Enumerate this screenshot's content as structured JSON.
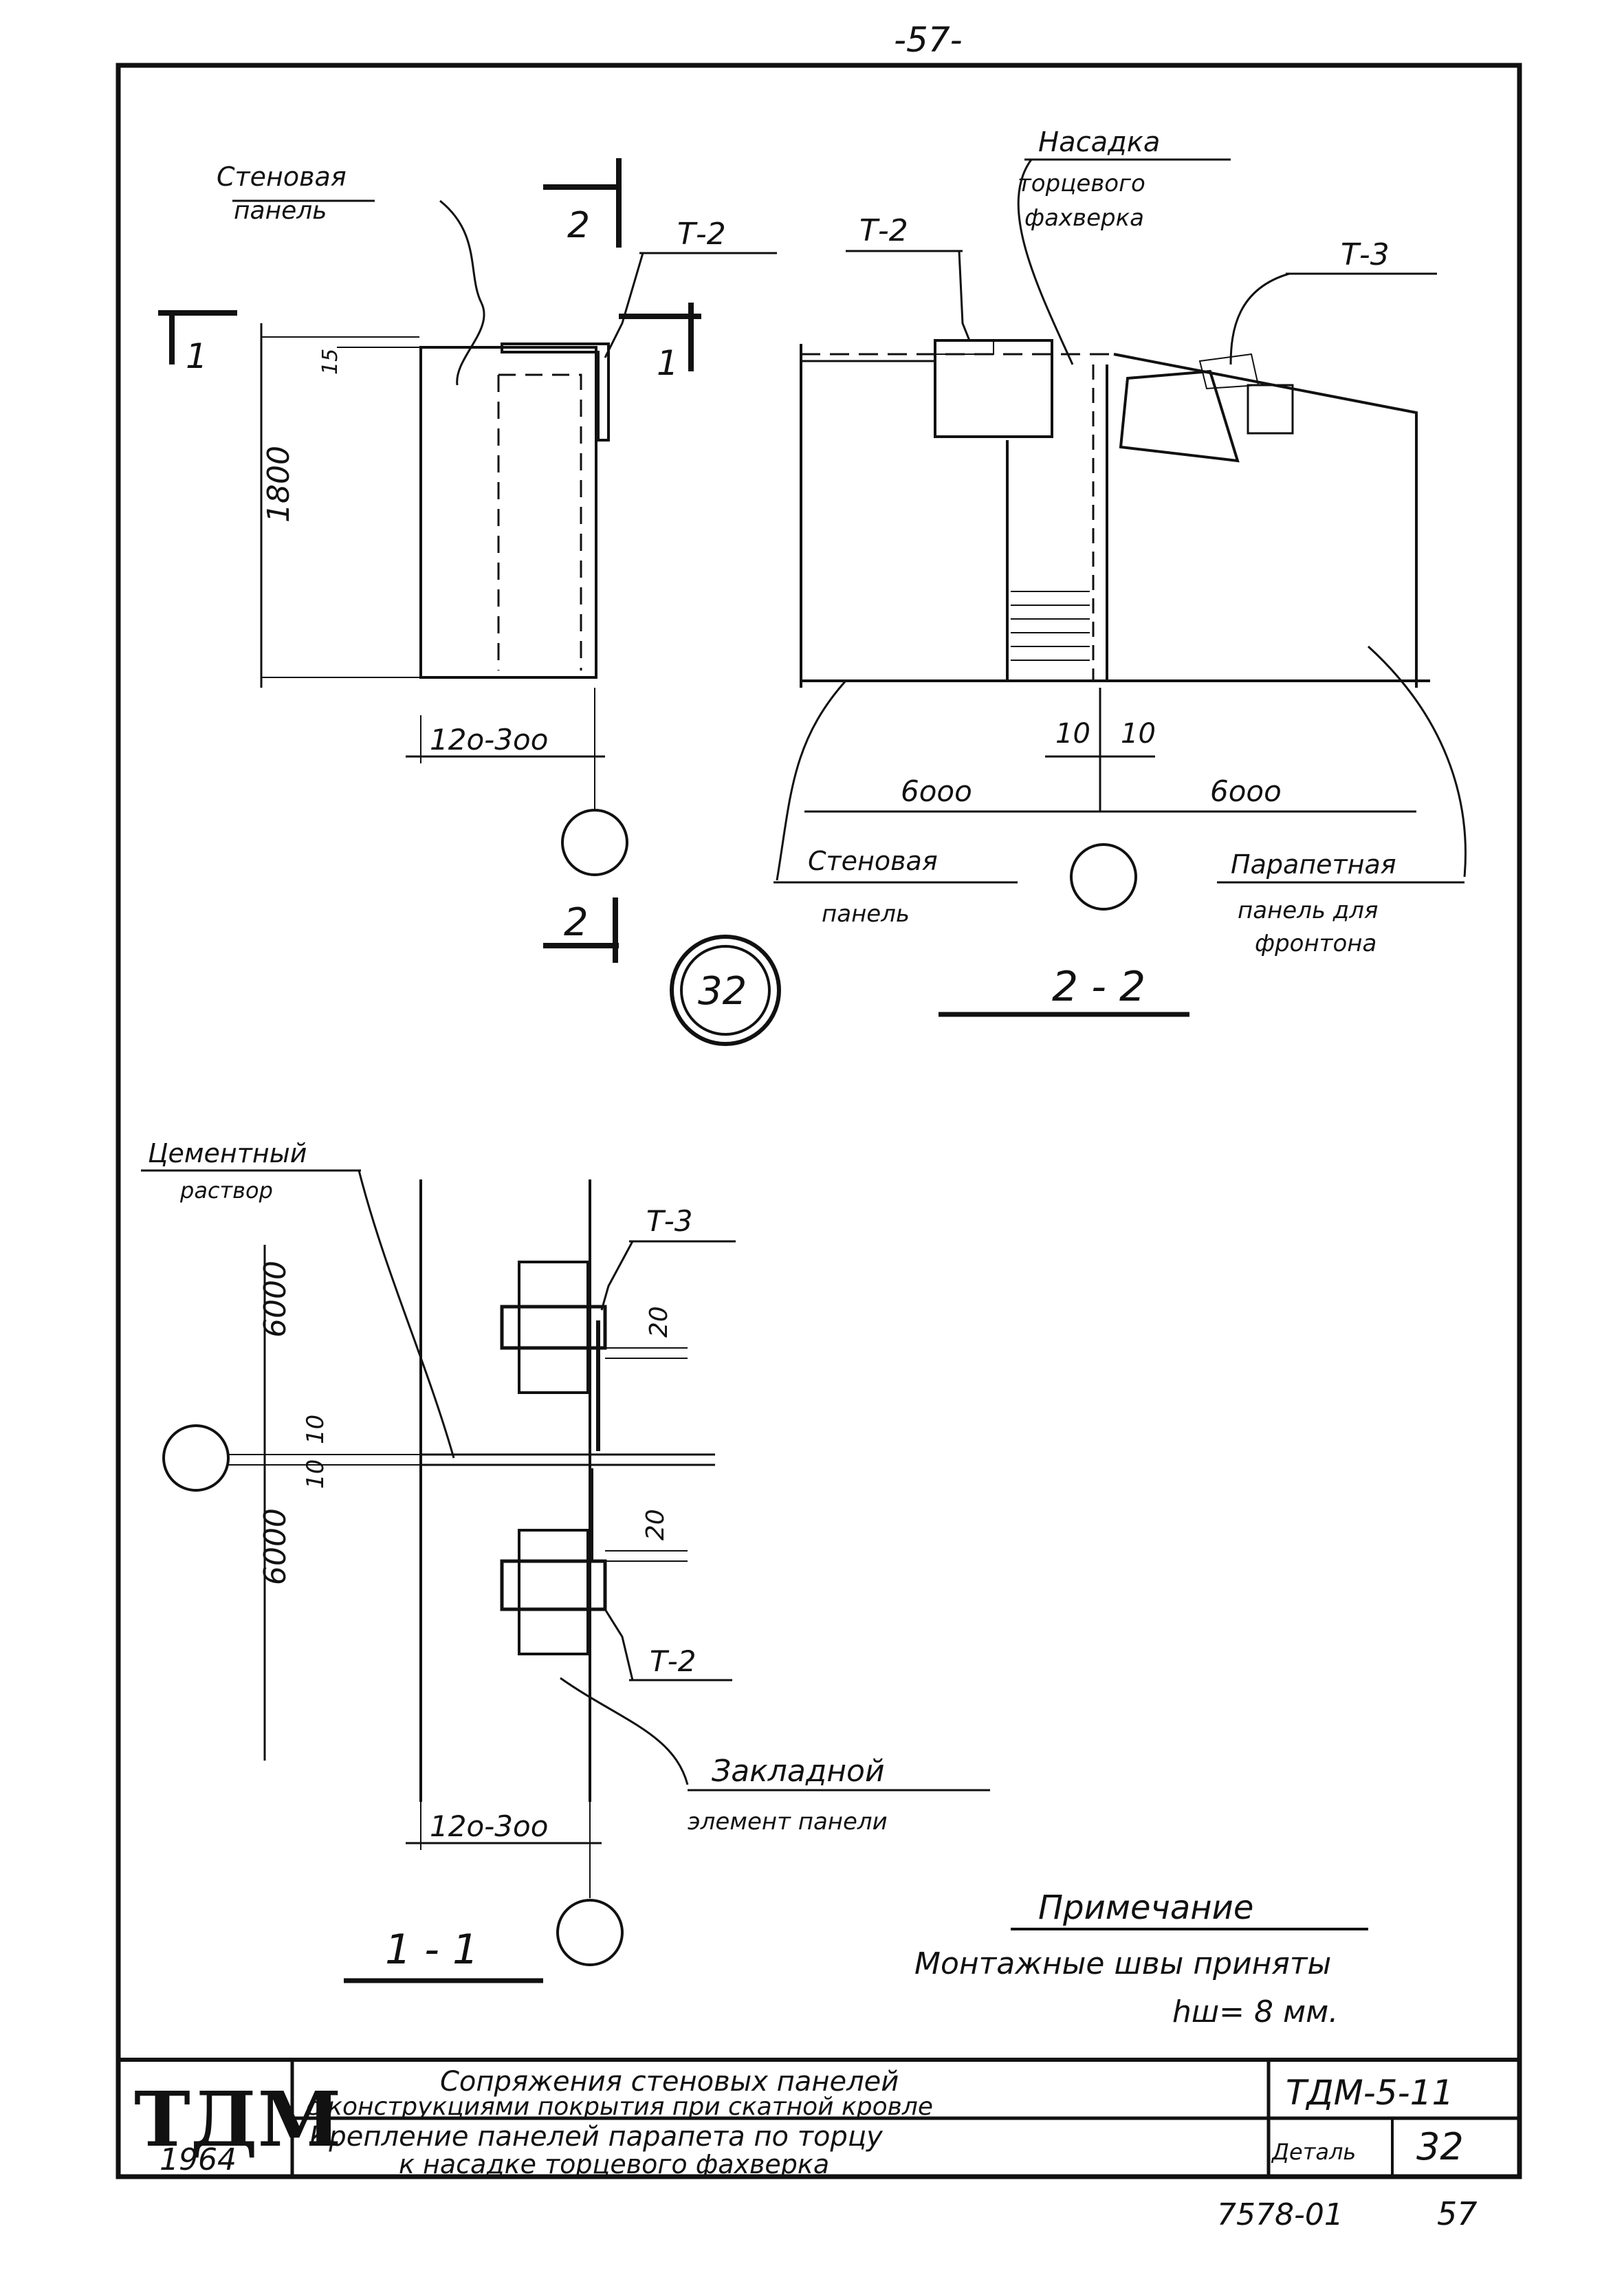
{
  "page_number_top": "-57-",
  "view_top_left": {
    "label_wall_panel_line1": "Стеновая",
    "label_wall_panel_line2": "панель",
    "section_mark_1": "1",
    "section_mark_2_top": "2",
    "section_mark_2_bottom": "2",
    "section_mark_1_right": "1",
    "label_t2": "Т-2",
    "dim_15": "15",
    "dim_1800": "1800",
    "dim_width": "12о-3оо"
  },
  "view_2_2": {
    "label_nasadka_line1": "Насадка",
    "label_nasadka_line2": "торцевого",
    "label_nasadka_line3": "фахверка",
    "label_t2": "Т-2",
    "label_t3": "Т-3",
    "dim_10_left": "10",
    "dim_10_right": "10",
    "dim_6000_left": "6ооо",
    "dim_6000_right": "6ооо",
    "label_wall_panel_line1": "Стеновая",
    "label_wall_panel_line2": "панель",
    "label_parapet_line1": "Парапетная",
    "label_parapet_line2": "панель для",
    "label_parapet_line3": "фронтона",
    "section_title": "2 - 2"
  },
  "detail_badge": "32",
  "view_1_1": {
    "label_mortar_line1": "Цементный",
    "label_mortar_line2": "раствор",
    "label_t3": "Т-3",
    "label_t2": "Т-2",
    "dim_20_top": "20",
    "dim_20_bottom": "20",
    "dim_6000_top": "6000",
    "dim_6000_bottom": "6000",
    "dim_10_a": "10",
    "dim_10_b": "10",
    "dim_width": "12о-3оо",
    "label_embed_line1": "Закладной",
    "label_embed_line2": "элемент панели",
    "section_title": "1 - 1"
  },
  "note": {
    "title": "Примечание",
    "line1": "Монтажные швы приняты",
    "line2": "hш= 8 мм."
  },
  "title_block": {
    "logo": "ТДМ",
    "year": "1964",
    "title_line1": "Сопряжения стеновых панелей",
    "title_line2": "с конструкциями покрытия при скатной кровле",
    "subtitle_line1": "Крепление панелей парапета по торцу",
    "subtitle_line2": "к насадке торцевого фахверка",
    "series": "ТДМ-5-11",
    "detail_label": "Деталь",
    "detail_number": "32"
  },
  "footer": {
    "archive_code": "7578-01",
    "page": "57"
  }
}
